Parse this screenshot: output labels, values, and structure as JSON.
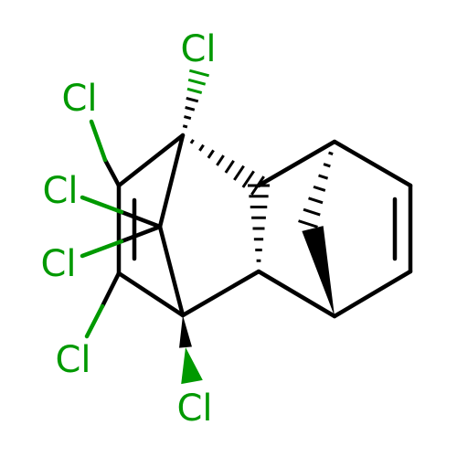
{
  "molecule": {
    "bond_color": "#000000",
    "chlorine_color": "#009900",
    "atoms": [
      {
        "id": "cl1",
        "symbol": "Cl"
      },
      {
        "id": "cl2",
        "symbol": "Cl"
      },
      {
        "id": "cl3",
        "symbol": "Cl"
      },
      {
        "id": "cl4",
        "symbol": "Cl"
      },
      {
        "id": "cl5",
        "symbol": "Cl"
      },
      {
        "id": "cl6",
        "symbol": "Cl"
      }
    ]
  }
}
